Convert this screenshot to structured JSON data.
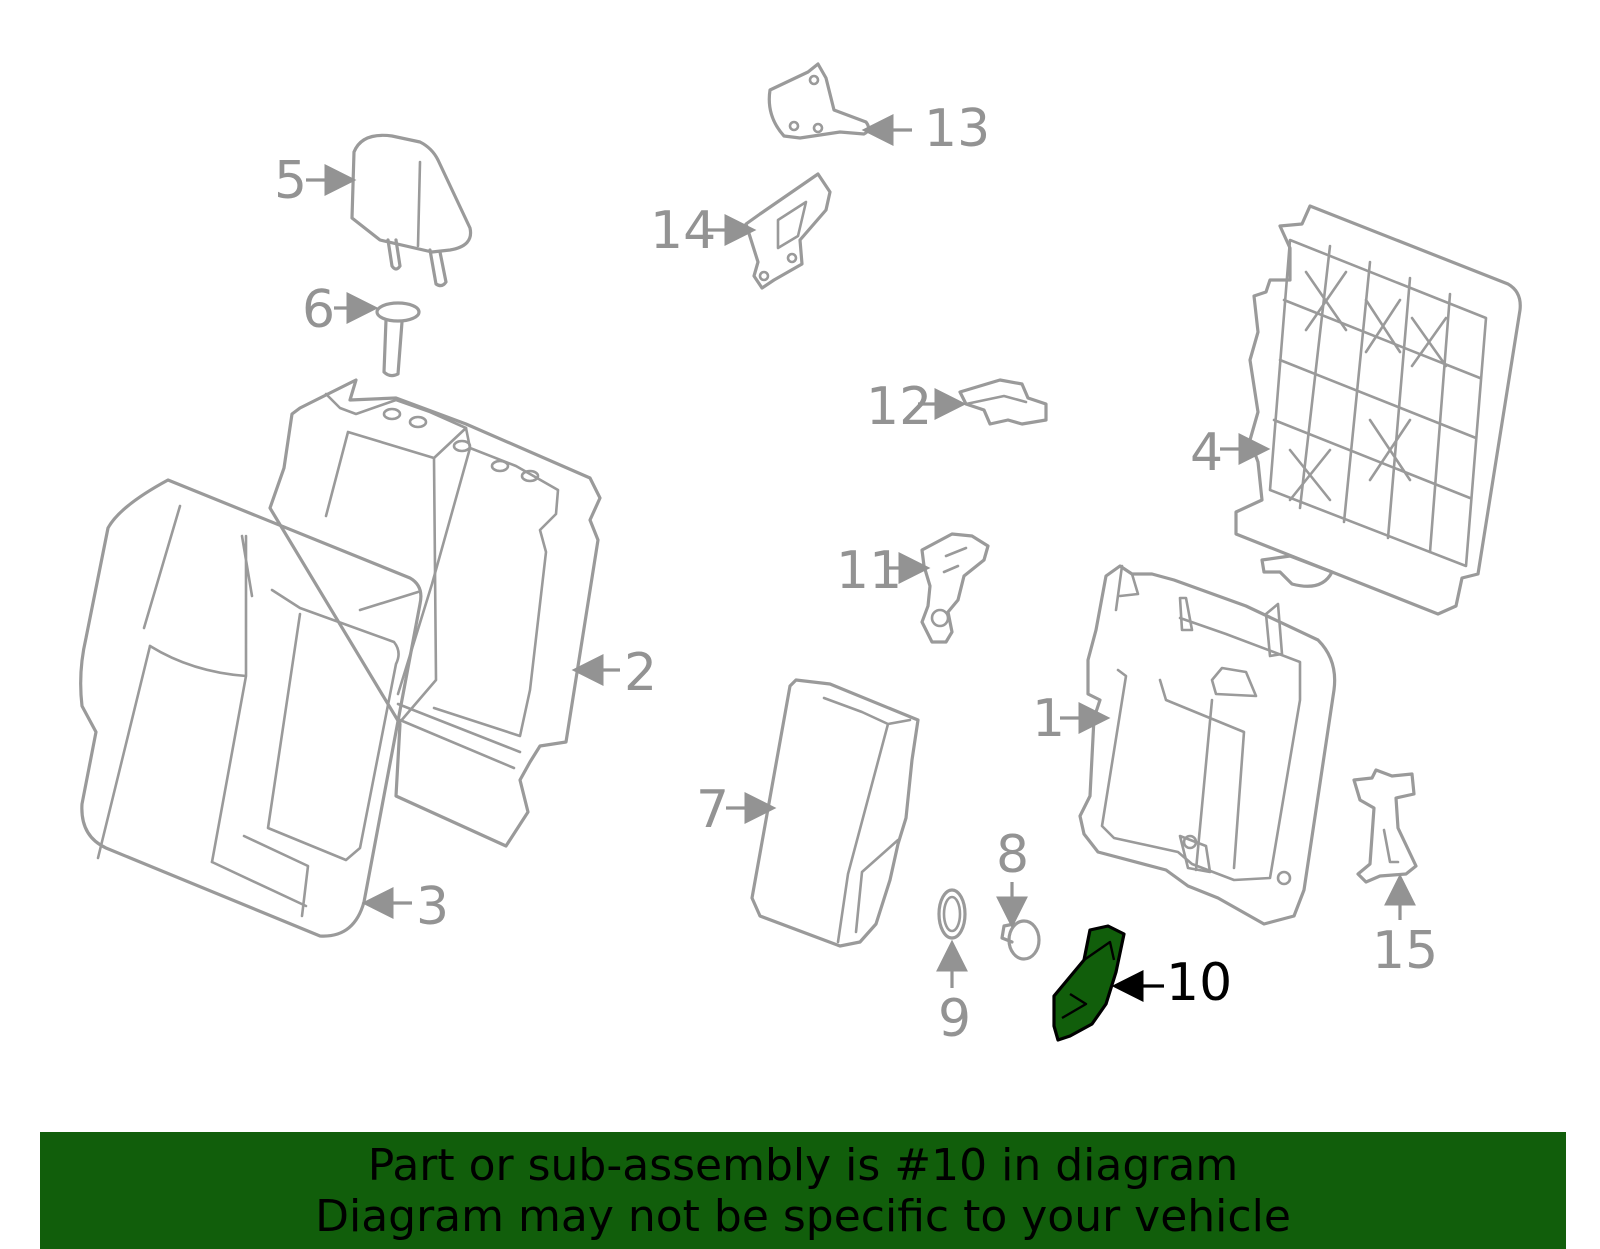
{
  "diagram": {
    "callouts": [
      {
        "id": "1",
        "label": "1"
      },
      {
        "id": "2",
        "label": "2"
      },
      {
        "id": "3",
        "label": "3"
      },
      {
        "id": "4",
        "label": "4"
      },
      {
        "id": "5",
        "label": "5"
      },
      {
        "id": "6",
        "label": "6"
      },
      {
        "id": "7",
        "label": "7"
      },
      {
        "id": "8",
        "label": "8"
      },
      {
        "id": "9",
        "label": "9"
      },
      {
        "id": "10",
        "label": "10"
      },
      {
        "id": "11",
        "label": "11"
      },
      {
        "id": "12",
        "label": "12"
      },
      {
        "id": "13",
        "label": "13"
      },
      {
        "id": "14",
        "label": "14"
      },
      {
        "id": "15",
        "label": "15"
      }
    ],
    "highlighted_part": "10",
    "colors": {
      "line": "#9a9a9a",
      "label": "#939393",
      "highlight_fill": "#115e0b",
      "highlight_label": "#000000"
    }
  },
  "banner": {
    "line1": "Part or sub-assembly is #10 in diagram",
    "line2": "Diagram may not be specific to your vehicle",
    "background": "#115e0b"
  }
}
